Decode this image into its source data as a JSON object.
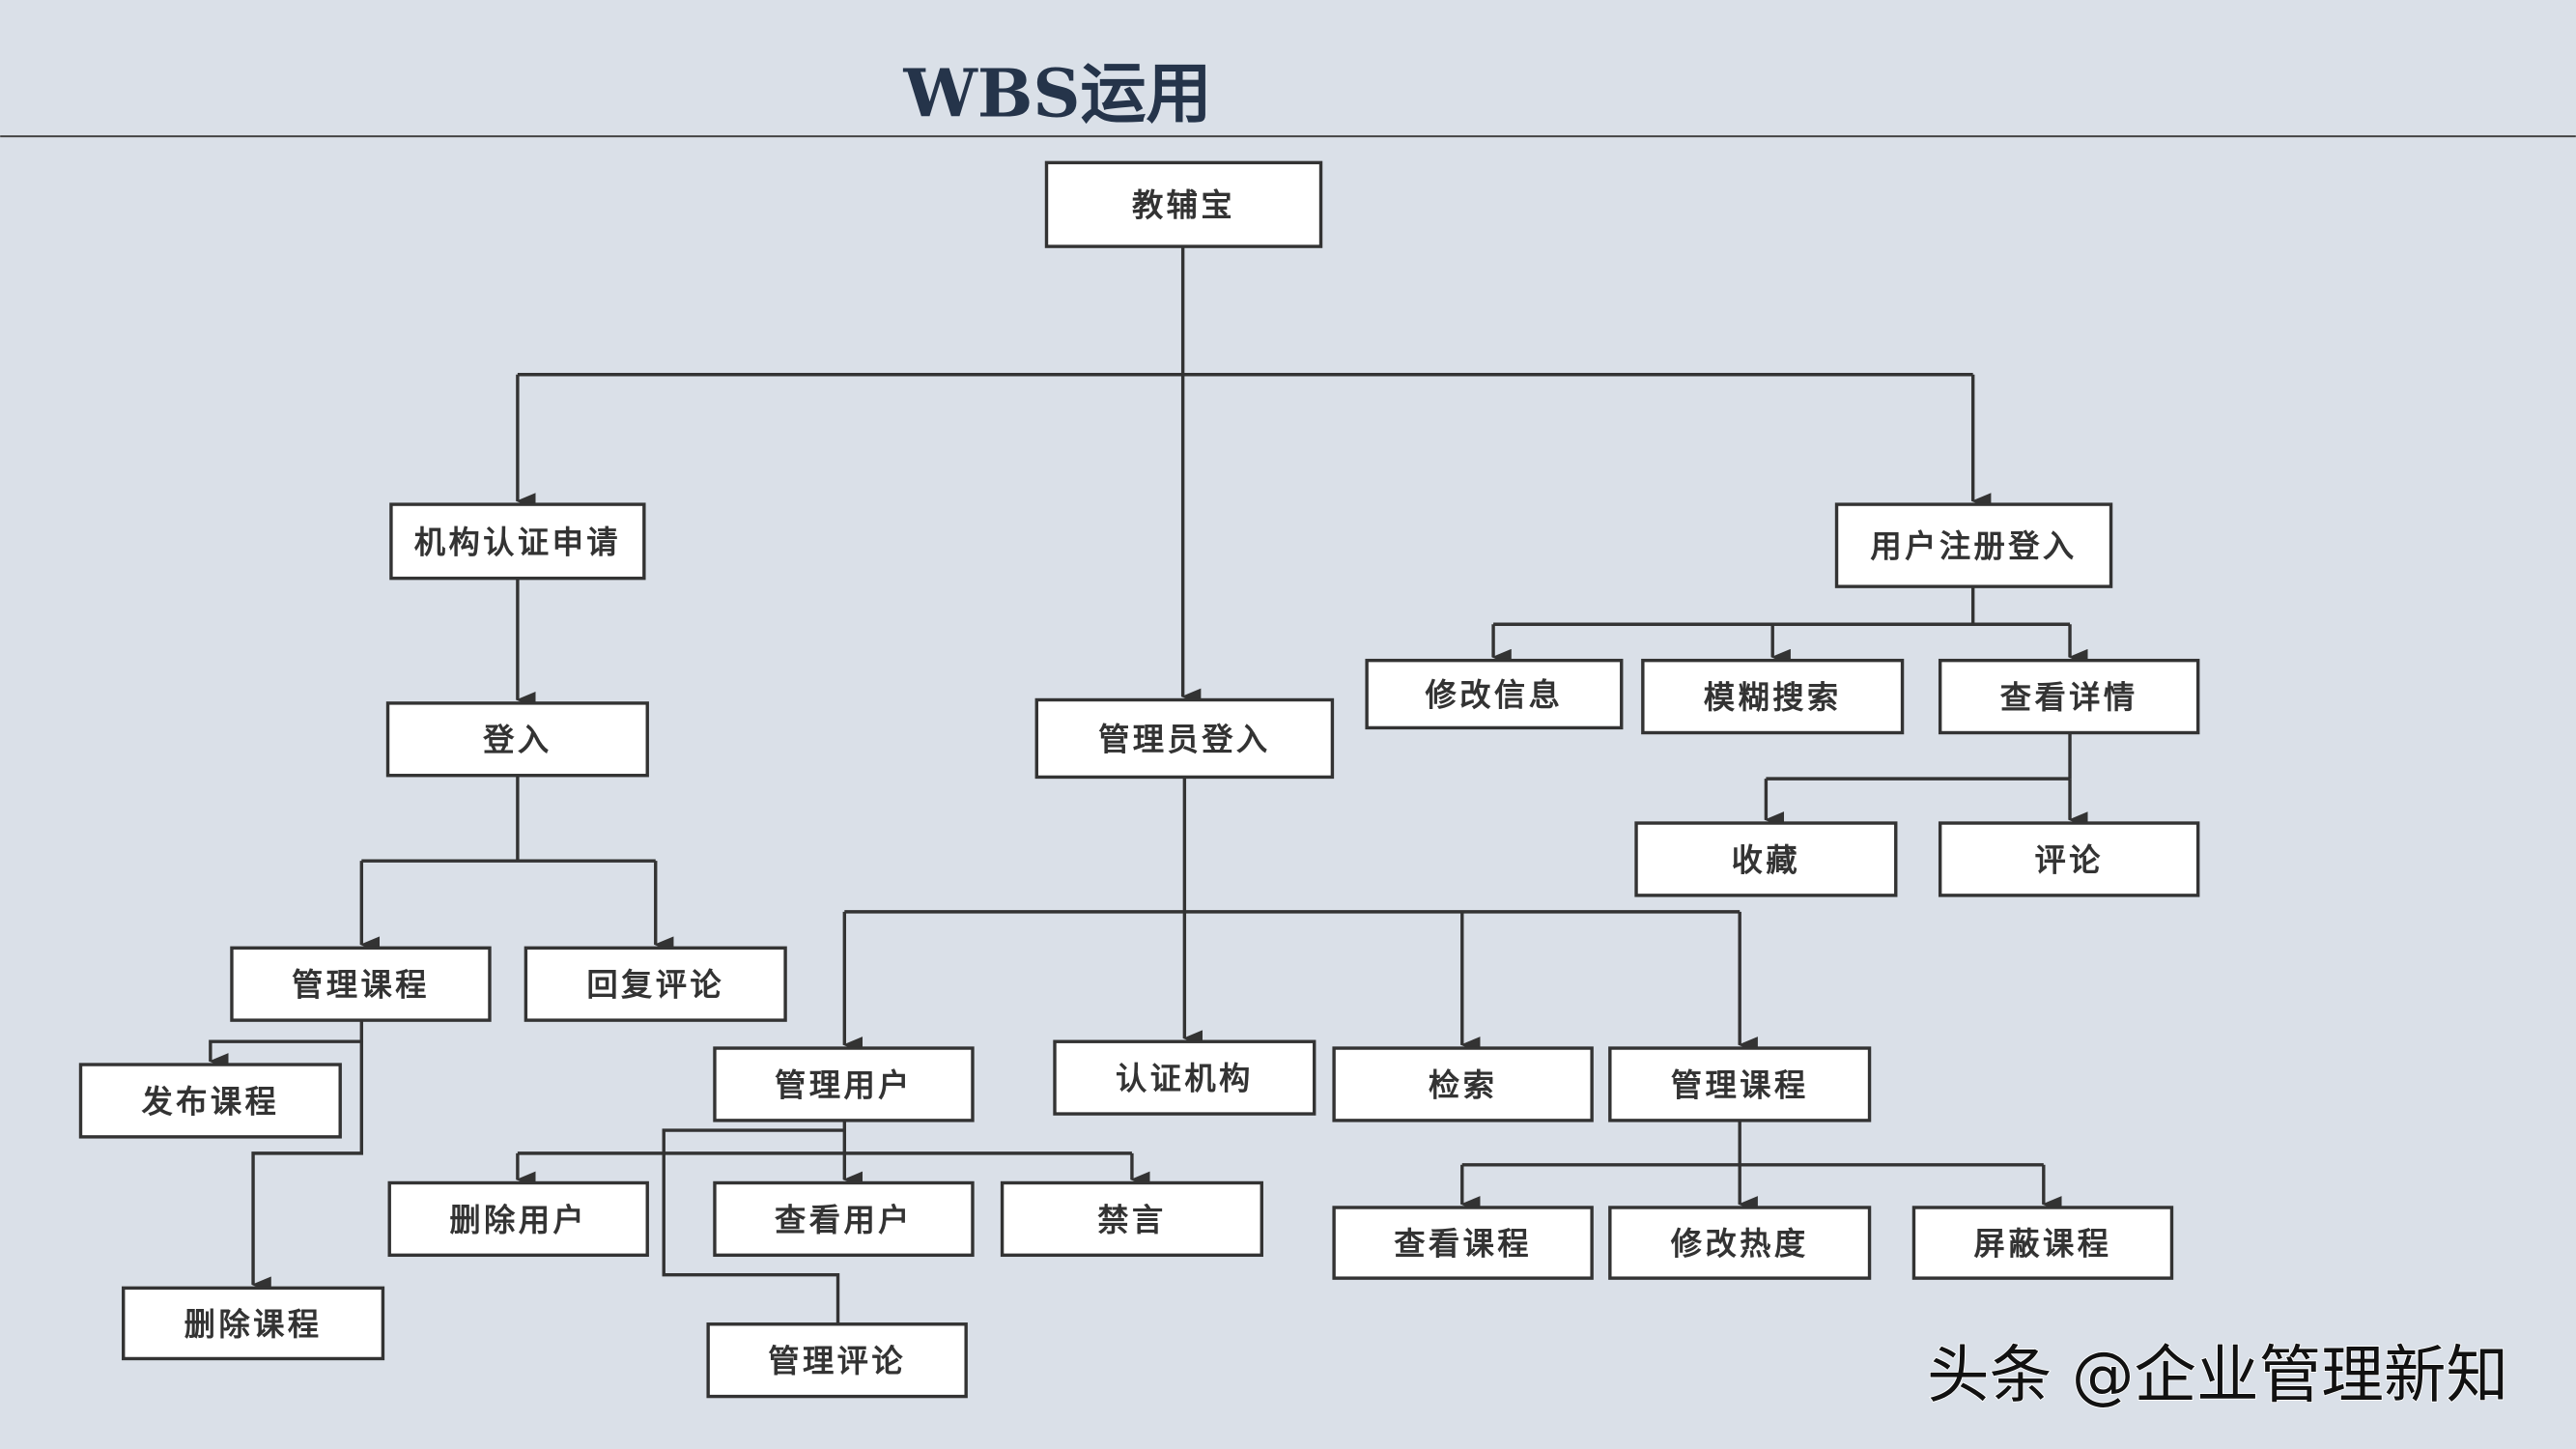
{
  "title": "WBS运用",
  "watermark": "头条 @企业管理新知",
  "colors": {
    "background": "#dae0e8",
    "title": "#25344a",
    "box_fill": "#ffffff",
    "box_stroke": "#333333"
  },
  "nodes": {
    "root": "教辅宝",
    "org_cert_apply": "机构认证申请",
    "user_register_login": "用户注册登入",
    "login": "登入",
    "admin_login": "管理员登入",
    "edit_info": "修改信息",
    "fuzzy_search": "模糊搜索",
    "view_details": "查看详情",
    "favorite": "收藏",
    "comment": "评论",
    "manage_courses_org": "管理课程",
    "reply_comments": "回复评论",
    "publish_course": "发布课程",
    "delete_course": "删除课程",
    "manage_users": "管理用户",
    "certify_org": "认证机构",
    "retrieve": "检索",
    "manage_courses_admin": "管理课程",
    "delete_user": "删除用户",
    "view_user": "查看用户",
    "mute": "禁言",
    "manage_comments": "管理评论",
    "view_course": "查看课程",
    "edit_popularity": "修改热度",
    "block_course": "屏蔽课程"
  }
}
